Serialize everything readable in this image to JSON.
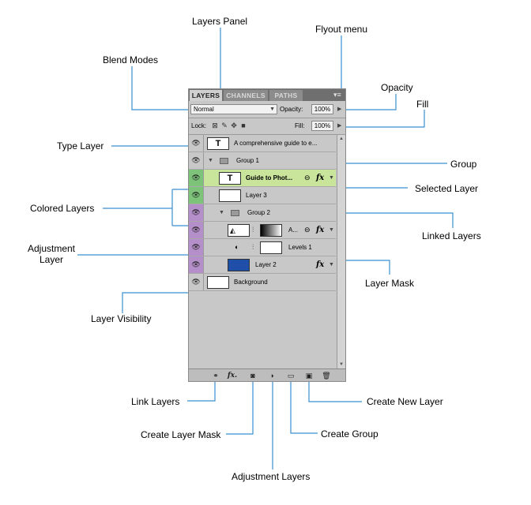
{
  "callouts": {
    "layers_panel": "Layers Panel",
    "flyout_menu": "Flyout menu",
    "blend_modes": "Blend Modes",
    "opacity": "Opacity",
    "fill": "Fill",
    "type_layer": "Type Layer",
    "group": "Group",
    "selected_layer": "Selected Layer",
    "colored_layers": "Colored Layers",
    "linked_layers": "Linked Layers",
    "adjustment_layer_line1": "Adjustment",
    "adjustment_layer_line2": "Layer",
    "layer_mask": "Layer Mask",
    "layer_visibility": "Layer Visibility",
    "link_layers": "Link Layers",
    "create_new_layer": "Create New Layer",
    "create_layer_mask": "Create Layer Mask",
    "create_group": "Create Group",
    "adjustment_layers": "Adjustment Layers"
  },
  "panel": {
    "tabs": [
      "LAYERS",
      "CHANNELS",
      "PATHS"
    ],
    "blend_mode": "Normal",
    "opacity_label": "Opacity:",
    "opacity_value": "100%",
    "lock_label": "Lock:",
    "fill_label": "Fill:",
    "fill_value": "100%",
    "layers": {
      "type_layer_thumb": "T",
      "type_layer_name": "A comprehensive guide to e...",
      "group1_name": "Group 1",
      "selected_thumb": "T",
      "selected_name": "Guide to Phot...",
      "layer3_name": "Layer 3",
      "group2_name": "Group 2",
      "adj_layer_name": "A...",
      "levels_name": "Levels 1",
      "layer2_name": "Layer 2",
      "background_name": "Background"
    },
    "fx_label": "fx",
    "bottom_fx": "fx."
  },
  "colors": {
    "green_label": "#7dc47a",
    "purple_label": "#b58fc9",
    "selected_row": "#c9e59c",
    "layer2_thumb": "#1f4fa8"
  }
}
